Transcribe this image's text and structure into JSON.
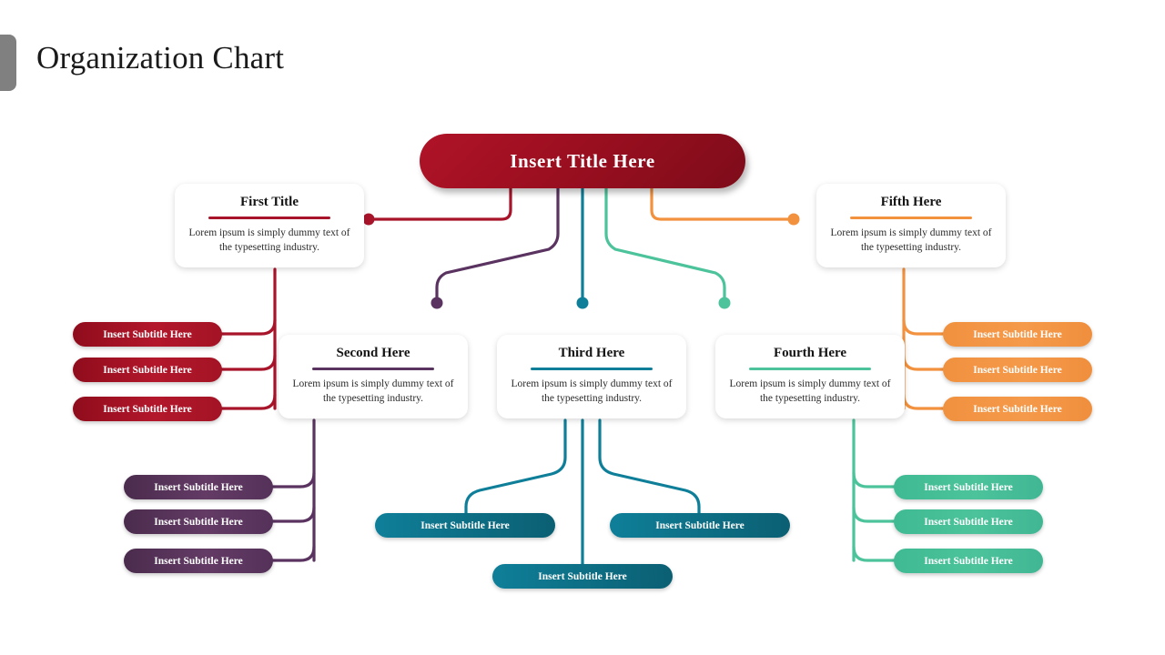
{
  "page": {
    "title": "Organization Chart",
    "accent_bar_color": "#808080",
    "background": "#ffffff"
  },
  "root": {
    "label": "Insert Title Here",
    "color": "#9b0f20"
  },
  "branches": [
    {
      "id": "first",
      "title": "First Title",
      "body": "Lorem ipsum is simply dummy text of the typesetting  industry.",
      "color": "#a8142a",
      "subtitles": [
        "Insert Subtitle Here",
        "Insert Subtitle Here",
        "Insert Subtitle Here"
      ]
    },
    {
      "id": "second",
      "title": "Second Here",
      "body": "Lorem ipsum is simply dummy text of the typesetting  industry.",
      "color": "#5a3360",
      "subtitles": [
        "Insert Subtitle Here",
        "Insert Subtitle Here",
        "Insert Subtitle Here"
      ]
    },
    {
      "id": "third",
      "title": "Third Here",
      "body": "Lorem ipsum is simply dummy text of the typesetting  industry.",
      "color": "#0f7f99",
      "subtitles": [
        "Insert Subtitle Here",
        "Insert Subtitle Here",
        "Insert Subtitle Here"
      ]
    },
    {
      "id": "fourth",
      "title": "Fourth Here",
      "body": "Lorem ipsum is simply dummy text of the typesetting  industry.",
      "color": "#4cc39b",
      "subtitles": [
        "Insert Subtitle Here",
        "Insert Subtitle Here",
        "Insert Subtitle Here"
      ]
    },
    {
      "id": "fifth",
      "title": "Fifth Here",
      "body": "Lorem ipsum is simply dummy text of the typesetting  industry.",
      "color": "#f2913e",
      "subtitles": [
        "Insert Subtitle Here",
        "Insert Subtitle Here",
        "Insert Subtitle Here"
      ]
    }
  ]
}
